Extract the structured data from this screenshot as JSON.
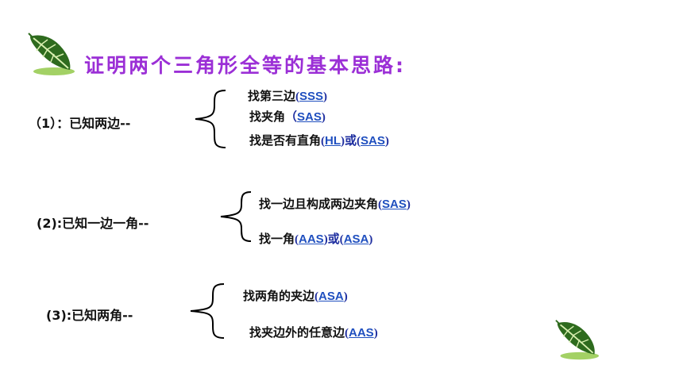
{
  "title": "证明两个三角形全等的基本思路:",
  "groups": [
    {
      "label": "（1）：已知两边--",
      "items": [
        {
          "prefix": "找第三边",
          "open": "(",
          "link": "SSS",
          "close": ")"
        },
        {
          "prefix": "找夹角",
          "open": "（",
          "link": "SAS",
          "close": ")"
        },
        {
          "prefix": "找是否有直角",
          "open": "(",
          "link": "HL",
          "mid": ")或(",
          "link2": "SAS",
          "close": ")"
        }
      ]
    },
    {
      "label": "(2):已知一边一角--",
      "items": [
        {
          "prefix": "找一边且构成两边夹角",
          "open": "(",
          "link": "SAS",
          "close": ")"
        },
        {
          "prefix": "找一角",
          "open": "(",
          "link": "AAS",
          "mid": ")或(",
          "link2": "ASA",
          "close": ")"
        }
      ]
    },
    {
      "label": "(3):已知两角--",
      "items": [
        {
          "prefix": "找两角的夹边",
          "open": "(",
          "link": "ASA",
          "close": ")"
        },
        {
          "prefix": "找夹边外的任意边",
          "open": "(",
          "link": "AAS",
          "close": ")"
        }
      ]
    }
  ],
  "colors": {
    "title": "#9b2fd6",
    "link": "#1f4fbf",
    "leaf_dark": "#2e6b1e",
    "leaf_light": "#8cc63f"
  },
  "icons": [
    "leaf-icon",
    "leaf-icon"
  ]
}
